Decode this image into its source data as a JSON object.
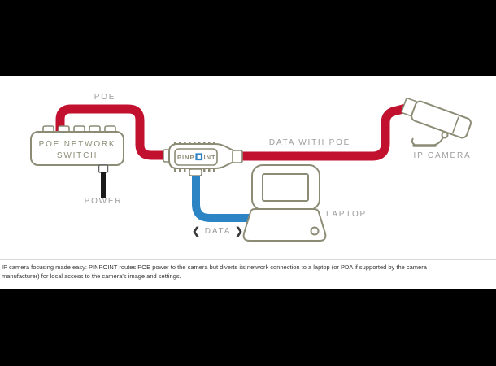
{
  "diagram": {
    "labels": {
      "poe": "POE",
      "data_with_poe": "DATA WITH POE",
      "ip_camera": "IP CAMERA",
      "laptop": "LAPTOP",
      "power": "POWER",
      "data": "DATA",
      "data_arrow_left": "❮",
      "data_arrow_right": "❯"
    },
    "devices": {
      "switch_line1": "POE NETWORK",
      "switch_line2": "SWITCH",
      "pinpoint_full_name": "PINPOINT",
      "pinpoint_left": "PINP",
      "pinpoint_right": "INT"
    },
    "colors": {
      "poe_cable_red": "#c2112f",
      "data_cable_blue": "#2d84c4",
      "device_outline": "#8c8c76",
      "label_text": "#9d9d9d",
      "power_cable": "#1a1a1a"
    }
  },
  "caption": {
    "line1": "IP camera focusing made easy: PINPOINT routes POE power to the camera but diverts its network connection to a laptop (or PDA if supported by the camera",
    "line2": "manufacturer) for local access to the camera's image and settings."
  }
}
